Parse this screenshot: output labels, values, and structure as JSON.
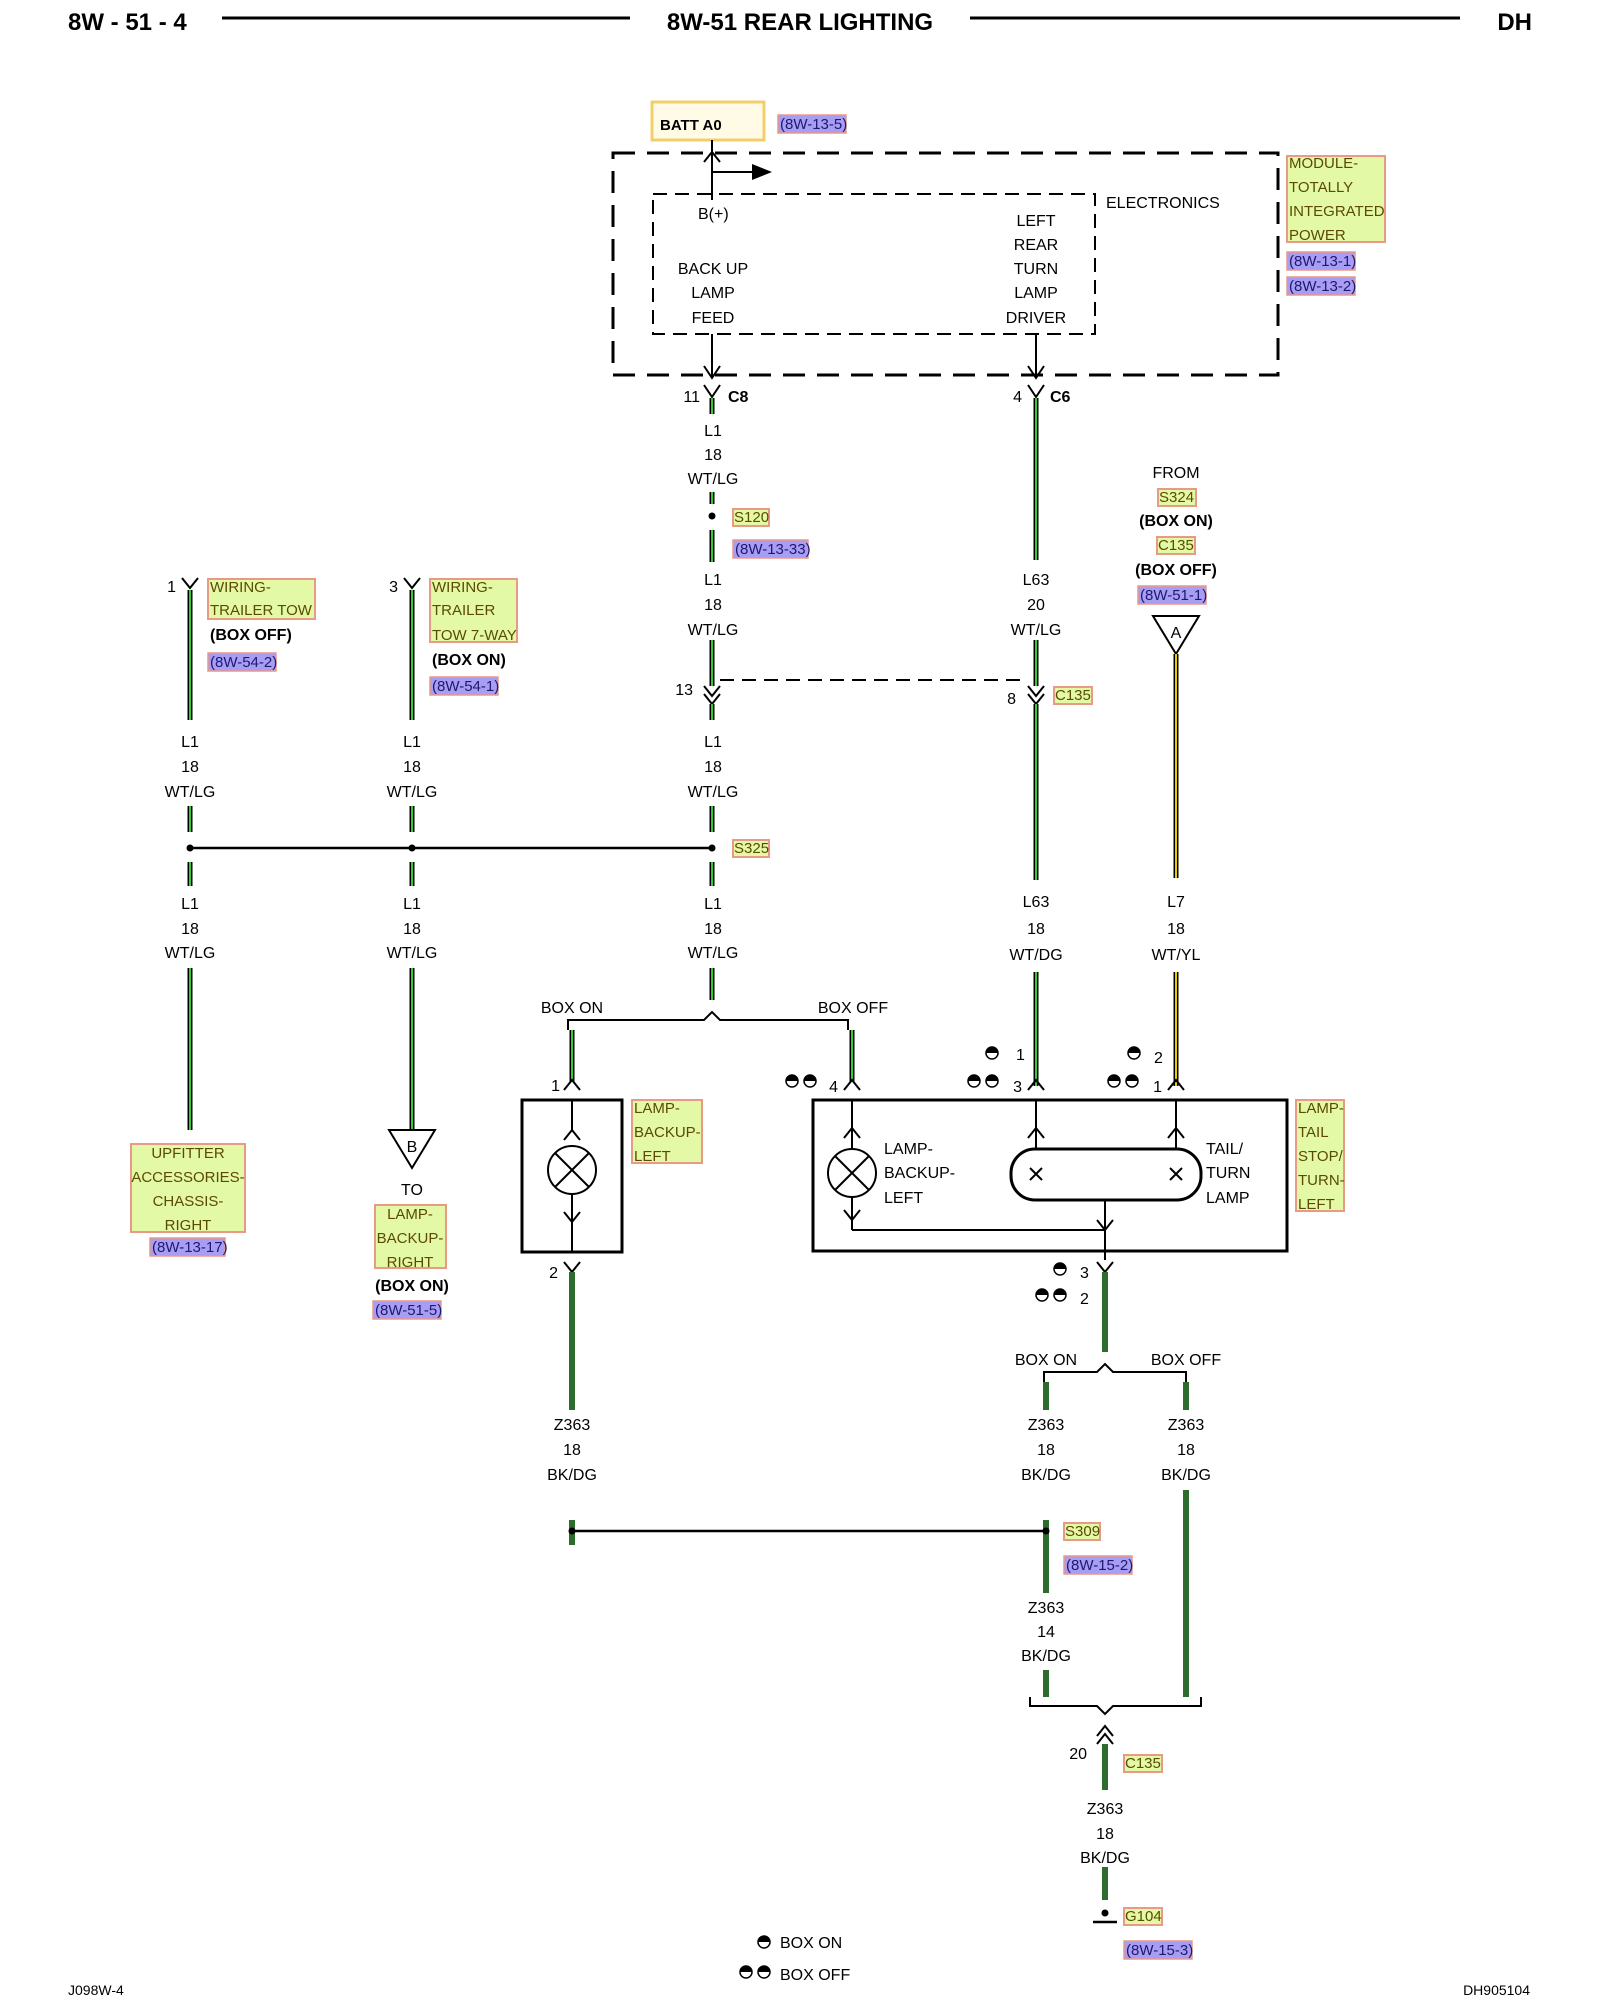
{
  "header": {
    "page": "8W - 51 - 4",
    "title": "8W-51 REAR LIGHTING",
    "code": "DH"
  },
  "footer": {
    "left": "J098W-4",
    "right": "DH905104"
  },
  "legend": {
    "box_on": "BOX ON",
    "box_off": "BOX OFF"
  },
  "module": {
    "source": "BATT A0",
    "source_ref": "(8W-13-5)",
    "electronics": "ELECTRONICS",
    "bplus": "B(+)",
    "left_lines": [
      "BACK UP",
      "LAMP",
      "FEED"
    ],
    "right_lines": [
      "LEFT",
      "REAR",
      "TURN",
      "LAMP",
      "DRIVER"
    ],
    "name_lines": [
      "MODULE-",
      "TOTALLY",
      "INTEGRATED",
      "POWER"
    ],
    "refs": [
      "(8W-13-1)",
      "(8W-13-2)"
    ],
    "pin_c8": "11",
    "conn_c8": "C8",
    "pin_c6": "4",
    "conn_c6": "C6"
  },
  "circuits": {
    "l1": "L1",
    "l63": "L63",
    "l7": "L7",
    "z363": "Z363",
    "g18": "18",
    "g20": "20",
    "g14": "14",
    "wtlg": "WT/LG",
    "wtdg": "WT/DG",
    "wtyl": "WT/YL",
    "bkdg": "BK/DG"
  },
  "splices": {
    "s120": "S120",
    "s120_ref": "(8W-13-33)",
    "s325": "S325",
    "s309": "S309",
    "s309_ref": "(8W-15-2)",
    "g104": "G104",
    "g104_ref": "(8W-15-3)"
  },
  "from_block": {
    "from": "FROM",
    "s324": "S324",
    "box_on": "(BOX ON)",
    "c135": "C135",
    "box_off": "(BOX OFF)",
    "ref": "(8W-51-1)",
    "connector": "A"
  },
  "c135": {
    "name": "C135",
    "pin13": "13",
    "pin8": "8",
    "pin20": "20"
  },
  "trailer_tow": {
    "pin": "1",
    "lines": [
      "WIRING-",
      "TRAILER TOW"
    ],
    "note": "(BOX OFF)",
    "ref": "(8W-54-2)"
  },
  "trailer_tow7": {
    "pin": "3",
    "lines": [
      "WIRING-",
      "TRAILER",
      "TOW 7-WAY"
    ],
    "note": "(BOX ON)",
    "ref": "(8W-54-1)"
  },
  "upfitter": {
    "lines": [
      "UPFITTER",
      "ACCESSORIES-",
      "CHASSIS-",
      "RIGHT"
    ],
    "ref": "(8W-13-17)"
  },
  "backup_right": {
    "connector": "B",
    "to": "TO",
    "lines": [
      "LAMP-",
      "BACKUP-",
      "RIGHT"
    ],
    "note": "(BOX ON)",
    "ref": "(8W-51-5)"
  },
  "backup_left": {
    "lines": [
      "LAMP-",
      "BACKUP-",
      "LEFT"
    ],
    "pin_top": "1",
    "pin_bottom": "2"
  },
  "tail_lamp": {
    "lines": [
      "LAMP-",
      "TAIL",
      "STOP/",
      "TURN-",
      "LEFT"
    ],
    "inner_backup": [
      "LAMP-",
      "BACKUP-",
      "LEFT"
    ],
    "inner_tail": [
      "TAIL/",
      "TURN",
      "LAMP"
    ],
    "pin4": "4",
    "pin1": "1",
    "pin3": "3",
    "pin2": "2"
  }
}
